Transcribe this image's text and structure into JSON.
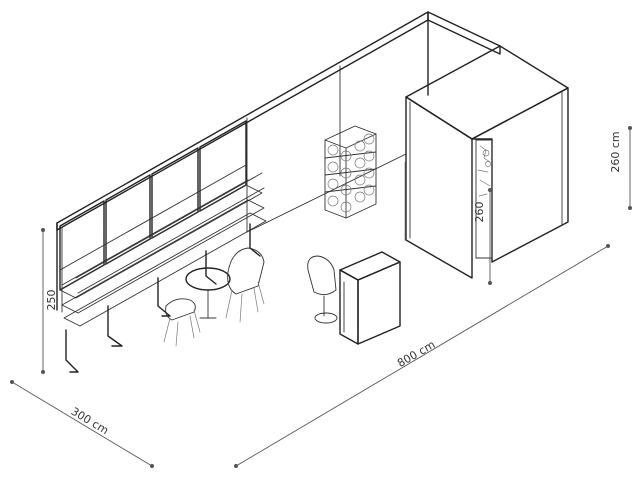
{
  "dimensions": {
    "width_label": "300 cm",
    "length_label": "800 cm",
    "wall_height_label": "250",
    "cabin_height_label": "260",
    "cabin_height_full_label": "260 cm"
  }
}
